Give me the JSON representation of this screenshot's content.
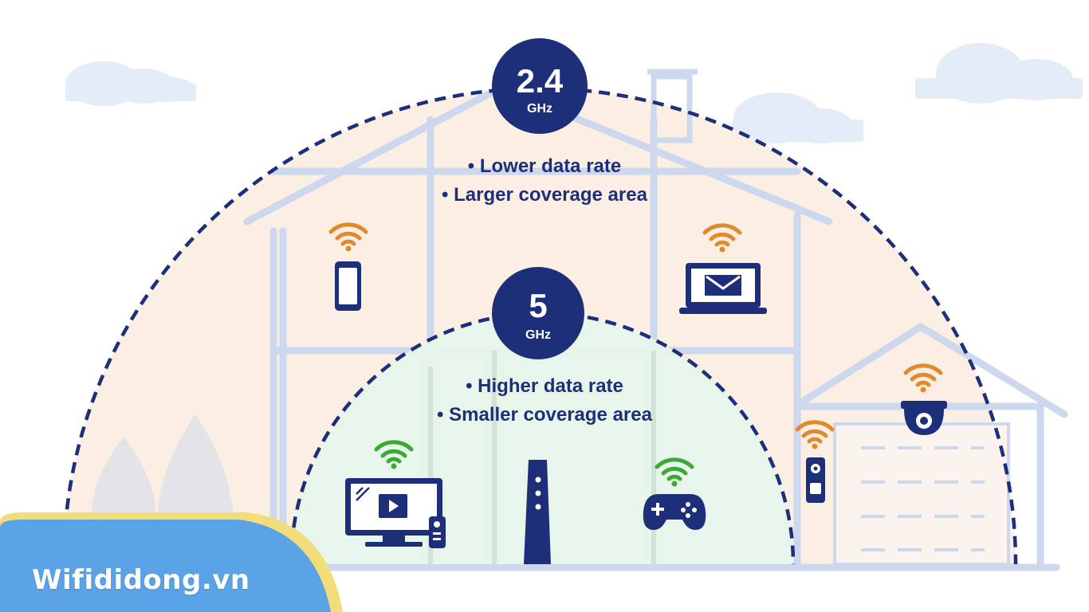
{
  "colors": {
    "navy": "#1e2f7a",
    "outer_zone": "#fbeee2",
    "inner_zone": "#e6f4ea",
    "house_lines": "#cdd8ee",
    "wifi_orange": "#e08a2e",
    "wifi_green": "#3aa935",
    "cloud": "#e4ecf7",
    "banner_blue": "#5aa3e6",
    "banner_yellow": "#f3dc7a"
  },
  "band_24": {
    "number": "2.4",
    "unit": "GHz",
    "features": [
      "• Lower data rate",
      "• Larger coverage area"
    ]
  },
  "band_5": {
    "number": "5",
    "unit": "GHz",
    "features": [
      "• Higher data rate",
      "• Smaller coverage area"
    ]
  },
  "devices": {
    "outer": [
      "phone-icon",
      "laptop-mail-icon",
      "doorbell-icon",
      "security-camera-icon"
    ],
    "inner": [
      "tv-icon",
      "router-icon",
      "gamepad-icon"
    ]
  },
  "watermark": "Wifididong.vn"
}
